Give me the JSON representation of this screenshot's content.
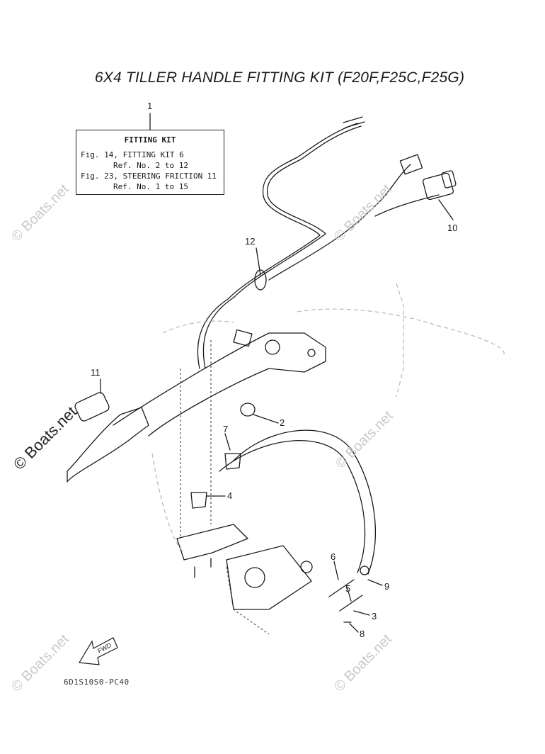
{
  "title": "6X4 TILLER HANDLE FITTING KIT (F20F,F25C,F25G)",
  "fitting_kit_box": {
    "heading": "FITTING KIT",
    "lines": [
      "Fig. 14, FITTING KIT 6",
      "Ref. No. 2 to 12",
      "Fig. 23, STEERING FRICTION 11",
      "Ref. No. 1 to 15"
    ]
  },
  "callouts": [
    "1",
    "2",
    "3",
    "4",
    "5",
    "6",
    "7",
    "8",
    "9",
    "10",
    "11",
    "12"
  ],
  "fwd_label": "FWD",
  "drawing_code": "6D1S10S0-PC40",
  "watermarks": [
    "© Boats.net"
  ]
}
